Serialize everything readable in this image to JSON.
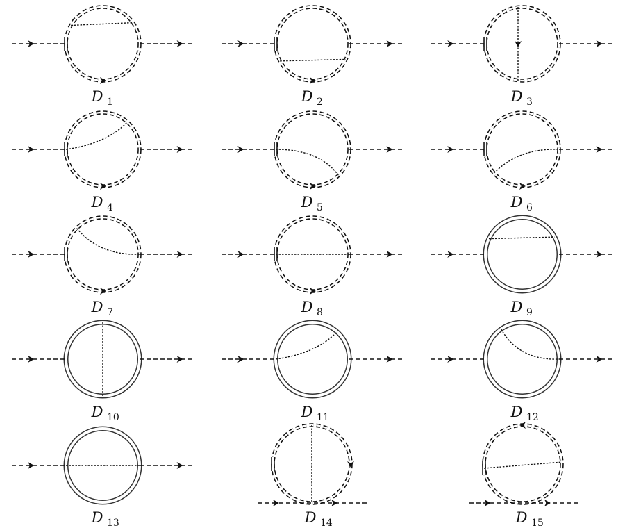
{
  "diagrams": [
    {
      "label": "D",
      "sub": "1"
    },
    {
      "label": "D",
      "sub": "2"
    },
    {
      "label": "D",
      "sub": "3"
    },
    {
      "label": "D",
      "sub": "4"
    },
    {
      "label": "D",
      "sub": "5"
    },
    {
      "label": "D",
      "sub": "6"
    },
    {
      "label": "D",
      "sub": "7"
    },
    {
      "label": "D",
      "sub": "8"
    },
    {
      "label": "D",
      "sub": "9"
    },
    {
      "label": "D",
      "sub": "10"
    },
    {
      "label": "D",
      "sub": "11"
    },
    {
      "label": "D",
      "sub": "12"
    },
    {
      "label": "D",
      "sub": "13"
    },
    {
      "label": "D",
      "sub": "14"
    },
    {
      "label": "D",
      "sub": "15"
    }
  ]
}
